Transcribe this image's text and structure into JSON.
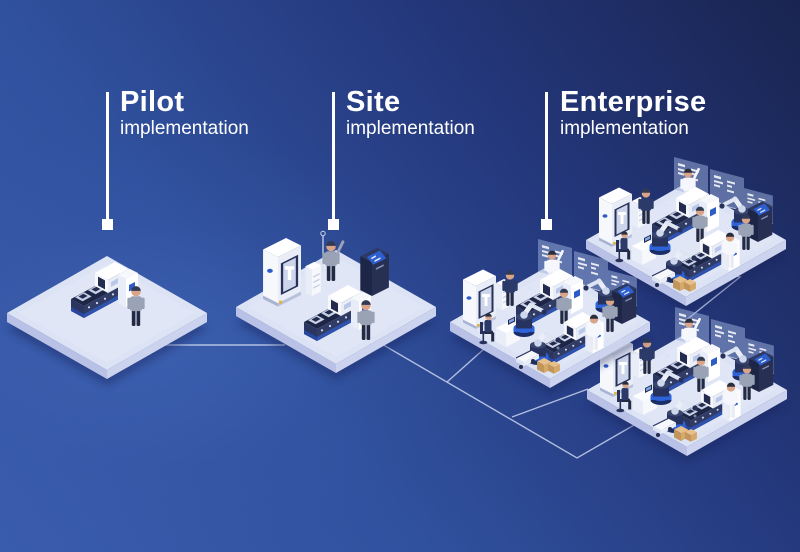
{
  "title": "Implementation stages isometric infographic",
  "stages": [
    {
      "id": "pilot",
      "title": "Pilot",
      "subtitle": "implementation",
      "platforms": 1,
      "scene": "single automated conveyor cell with one operator"
    },
    {
      "id": "site",
      "title": "Site",
      "subtitle": "implementation",
      "platforms": 1,
      "scene": "production cell with CNC machine, control cabinet, sensor pole, dark machine, conveyor and two operators"
    },
    {
      "id": "enterprise",
      "title": "Enterprise",
      "subtitle": "implementation",
      "platforms": 3,
      "scene": "three networked smart-factory cells with CNC machines, robot arms, conveyors, translucent dashboards, control stations, carts, boxes and staff"
    }
  ],
  "connections": [
    "pilot-site",
    "site-enterprise-center",
    "enterprise-center-junction",
    "junction-enterprise-bottom",
    "enterprise-top-enterprise-bottom"
  ],
  "colors": {
    "background_bright": "#3b5cad",
    "background_dark": "#192450",
    "platform": "#dce3f5",
    "machine_navy": "#1d2647",
    "accent_blue": "#2d5cc8",
    "connector_line": "#c9d3ef",
    "label_text": "#ffffff",
    "box_tan": "#d5a96b"
  }
}
